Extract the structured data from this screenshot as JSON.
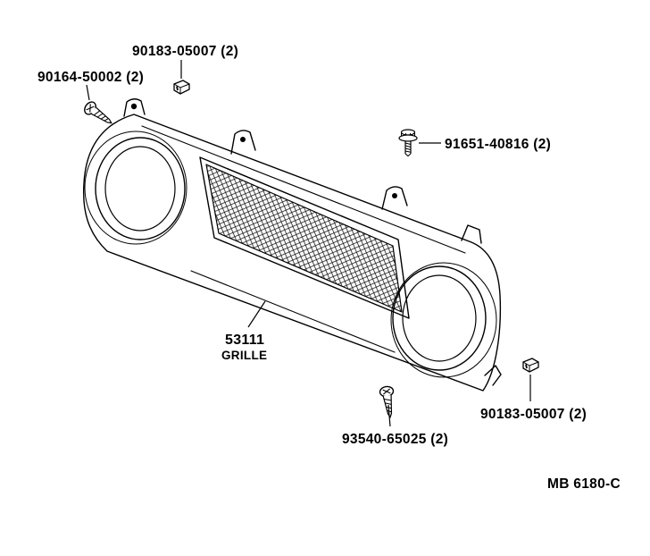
{
  "page": {
    "background": "#ffffff",
    "ink": "#000000"
  },
  "figure": {
    "code": "MB 6180-C"
  },
  "part": {
    "number": "53111",
    "name": "GRILLE"
  },
  "callouts": {
    "clip_top": "90183-05007 (2)",
    "screw_top_left": "90164-50002 (2)",
    "bolt_right": "91651-40816 (2)",
    "screw_bottom": "93540-65025 (2)",
    "clip_bottom_right": "90183-05007 (2)"
  },
  "icons": {
    "screw_top_left": "screw-icon",
    "clip_top": "clip-icon",
    "bolt_right": "hex-bolt-icon",
    "screw_bottom": "screw-icon",
    "clip_bottom_right": "clip-icon"
  }
}
